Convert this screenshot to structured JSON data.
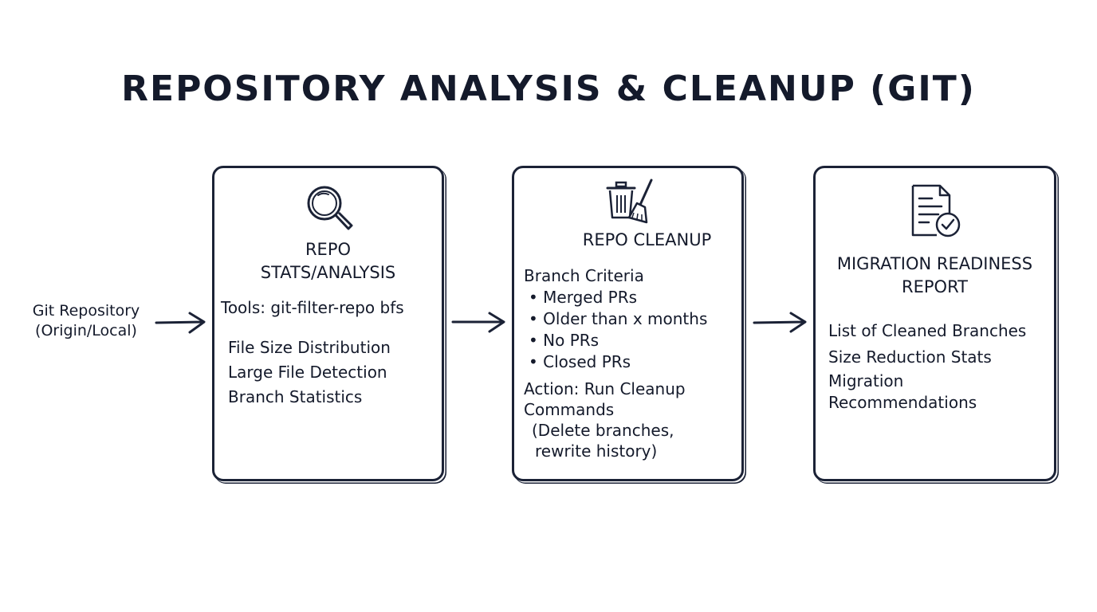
{
  "title": "REPOSITORY ANALYSIS & CLEANUP (GIT)",
  "source": {
    "line1": "Git Repository",
    "line2": "(Origin/Local)"
  },
  "stages": [
    {
      "icon": "magnifying-glass-icon",
      "heading_line1": "REPO",
      "heading_line2": "STATS/ANALYSIS",
      "tools": "Tools: git-filter-repo bfs",
      "items": [
        "File Size Distribution",
        "Large File Detection",
        "Branch Statistics"
      ]
    },
    {
      "icon": "trash-and-broom-icon",
      "heading": "REPO CLEANUP",
      "criteria_label": "Branch Criteria",
      "criteria": [
        "Merged PRs",
        "Older than x months",
        "No PRs",
        "Closed PRs"
      ],
      "action_line1": "Action: Run Cleanup",
      "action_line2": "Commands",
      "action_line3": "(Delete branches,",
      "action_line4": "rewrite history)"
    },
    {
      "icon": "document-check-icon",
      "heading_line1": "MIGRATION READINESS",
      "heading_line2": "REPORT",
      "items": [
        "List of Cleaned Branches",
        "Size Reduction Stats",
        "Migration",
        "Recommendations"
      ]
    }
  ],
  "colors": {
    "ink": "#141a2b",
    "background": "#ffffff"
  }
}
